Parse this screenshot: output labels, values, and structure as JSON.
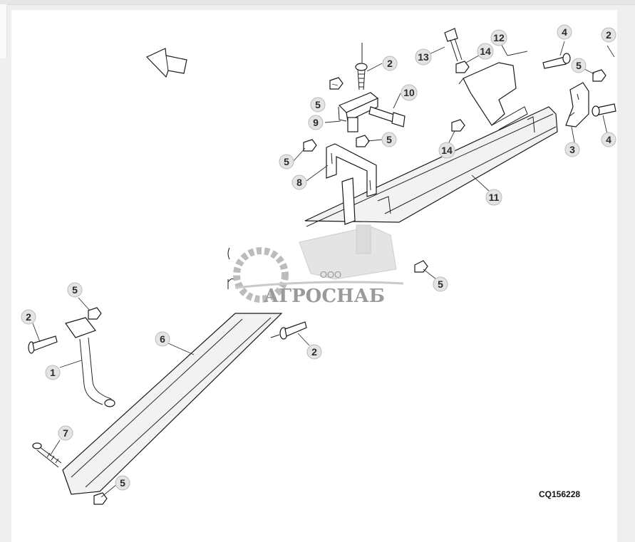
{
  "figure_code": "CQ156228",
  "watermark": {
    "company": "ООО",
    "brand": "АГРОСНАБ"
  },
  "callouts": {
    "c1": "1",
    "c2a": "2",
    "c2b": "2",
    "c2c": "2",
    "c2d": "2",
    "c3": "3",
    "c4a": "4",
    "c4b": "4",
    "c5a": "5",
    "c5b": "5",
    "c5c": "5",
    "c5d": "5",
    "c5e": "5",
    "c5f": "5",
    "c5g": "5",
    "c6": "6",
    "c7": "7",
    "c8": "8",
    "c9": "9",
    "c10": "10",
    "c11": "11",
    "c12": "12",
    "c13": "13",
    "c14a": "14",
    "c14b": "14"
  },
  "colors": {
    "callout_fill": "#e4e4e4",
    "line": "#1a1a1a",
    "watermark": "#9a9a9a"
  }
}
